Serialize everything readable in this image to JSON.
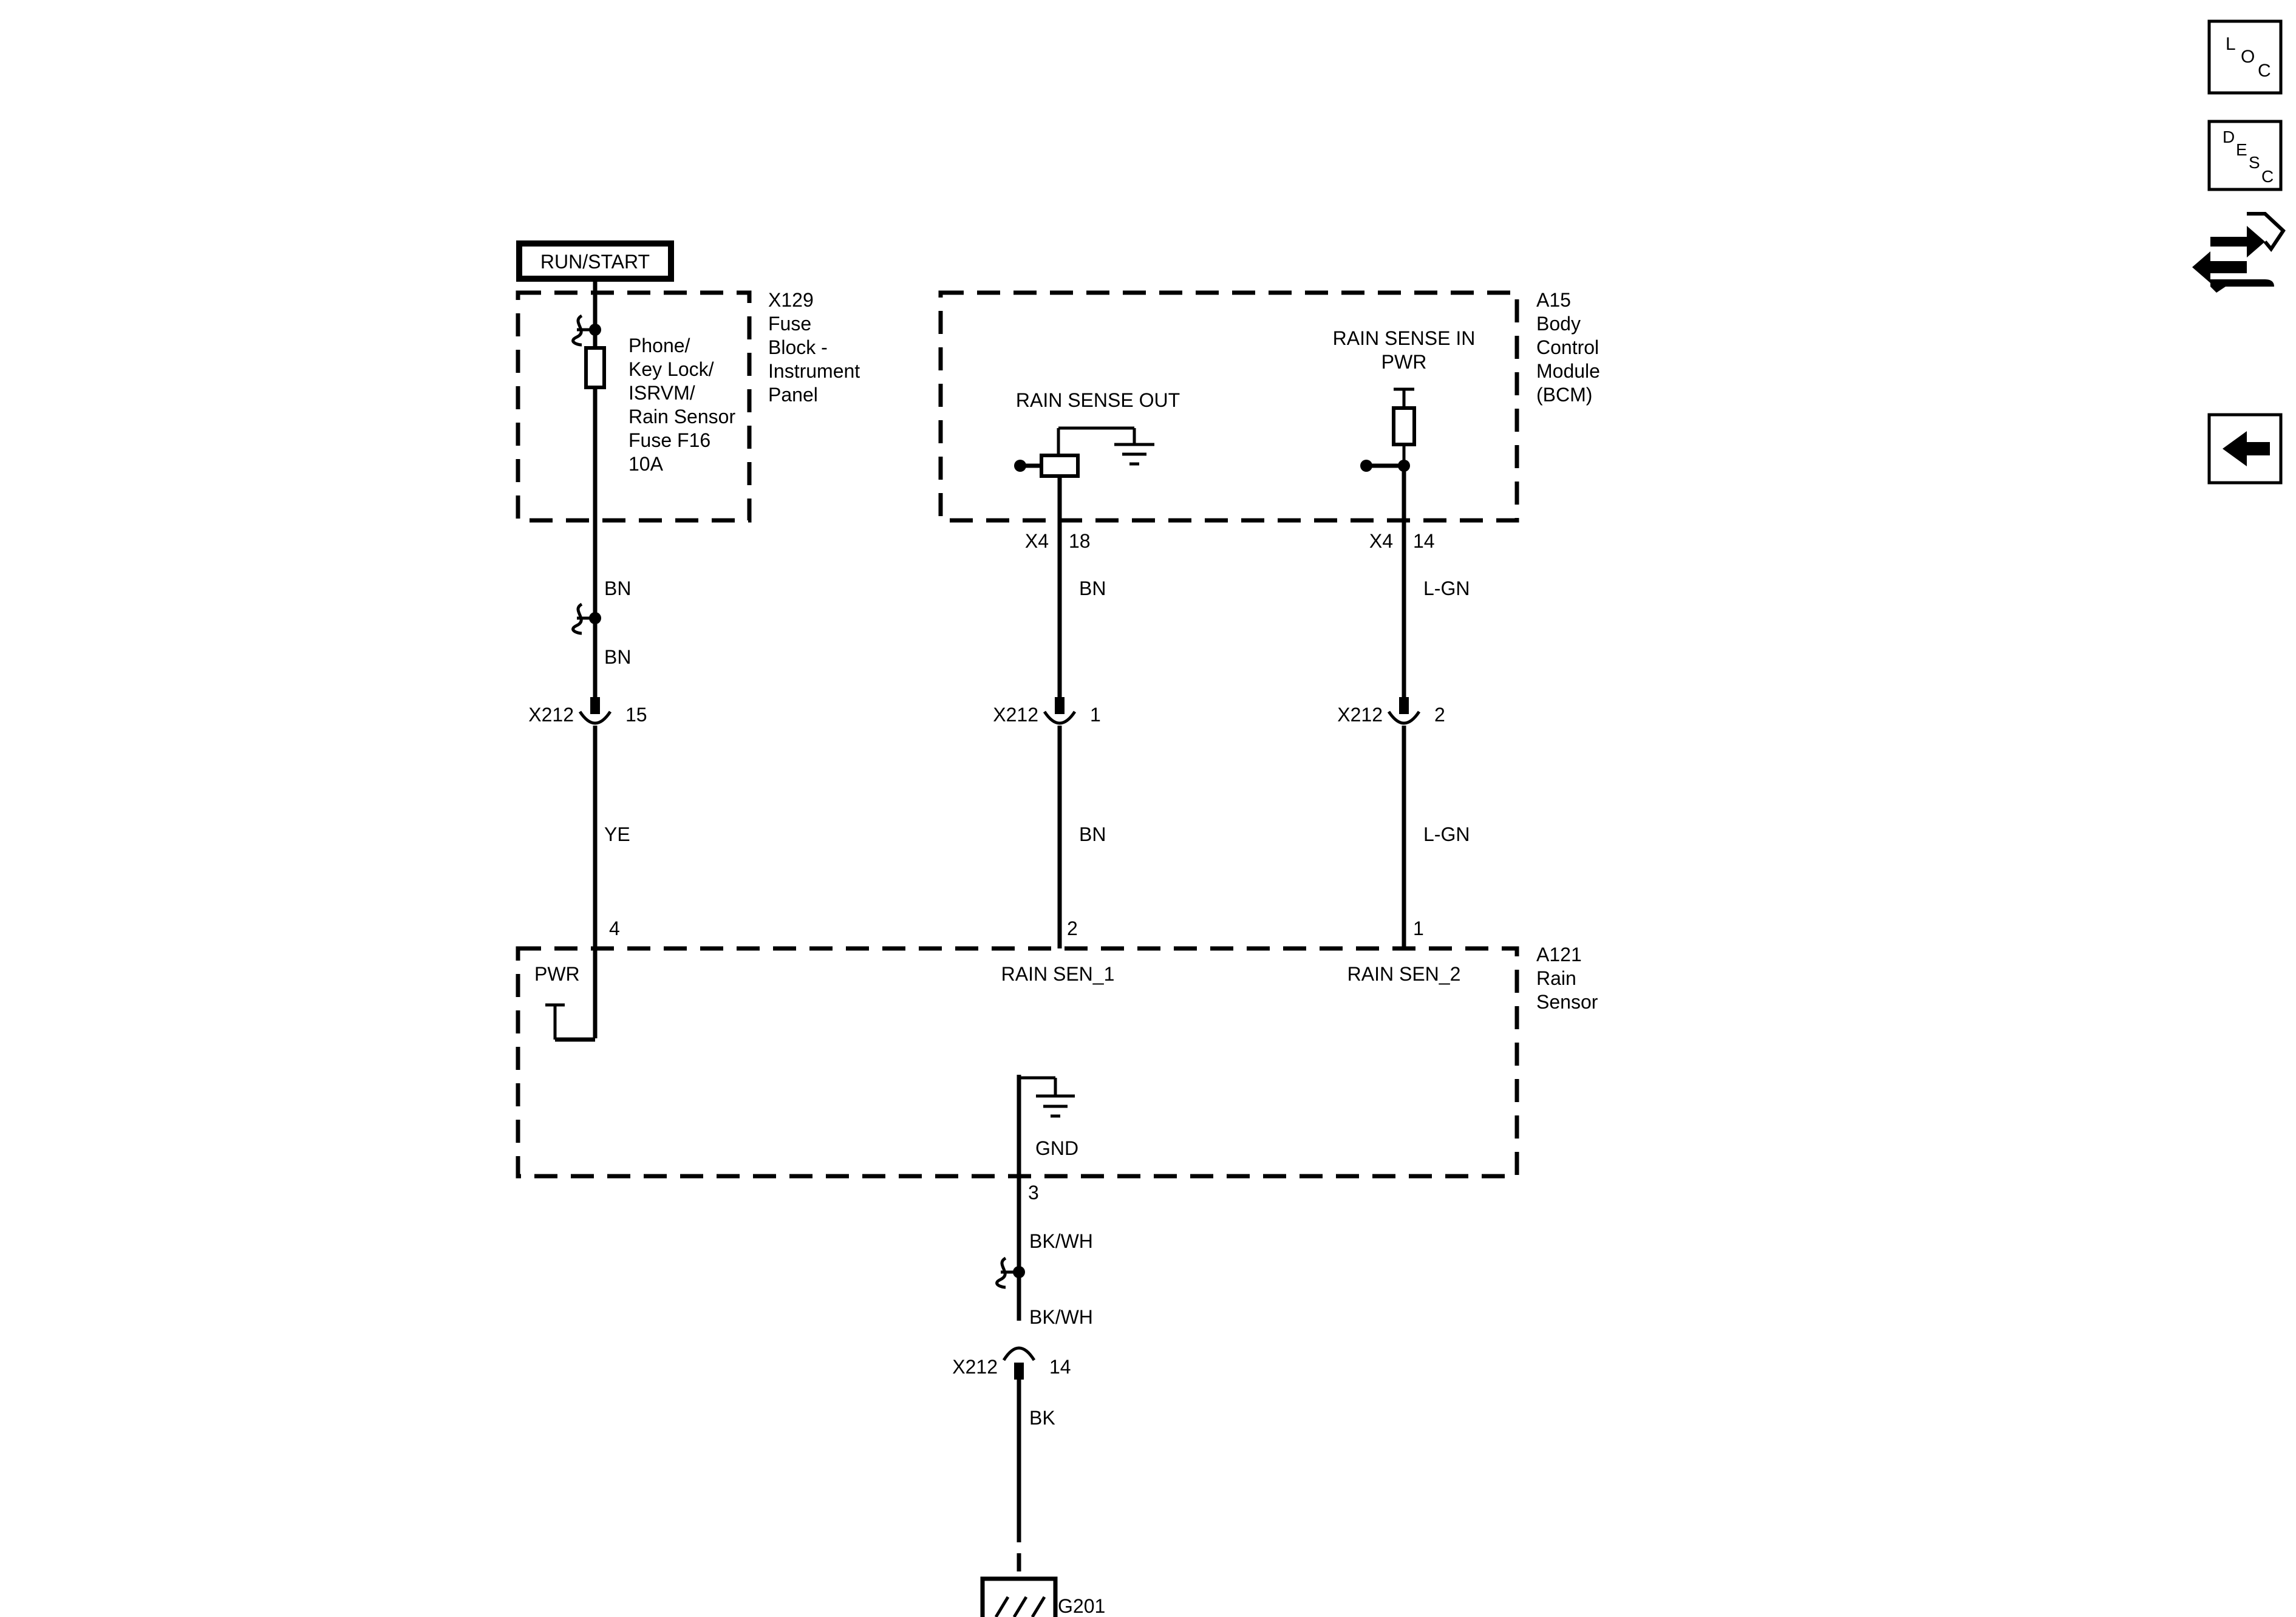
{
  "power_mode": "RUN/START",
  "fuse_block": {
    "id": "X129",
    "name_lines": [
      "Fuse",
      "Block -",
      "Instrument",
      "Panel"
    ],
    "fuse_lines": [
      "Phone/",
      "Key Lock/",
      "ISRVM/",
      "Rain Sensor",
      "Fuse F16",
      "10A"
    ]
  },
  "bcm": {
    "id": "A15",
    "name_lines": [
      "Body",
      "Control",
      "Module",
      "(BCM)"
    ],
    "rain_sense_out": "RAIN SENSE OUT",
    "rain_sense_in_lines": [
      "RAIN SENSE IN",
      "PWR"
    ]
  },
  "rain_sensor": {
    "id": "A121",
    "name_lines": [
      "Rain",
      "Sensor"
    ],
    "pwr": "PWR",
    "sen1": "RAIN SEN_1",
    "sen2": "RAIN SEN_2",
    "gnd": "GND"
  },
  "wires": {
    "pwr_upper": "BN",
    "pwr_mid": "BN",
    "pwr_lower": "YE",
    "out_upper": "BN",
    "out_lower": "BN",
    "in_upper": "L-GN",
    "in_lower": "L-GN",
    "gnd_upper": "BK/WH",
    "gnd_mid": "BK/WH",
    "gnd_lower": "BK"
  },
  "connectors": {
    "x4_out": {
      "name": "X4",
      "pin": "18"
    },
    "x4_in": {
      "name": "X4",
      "pin": "14"
    },
    "x212_pwr": {
      "name": "X212",
      "pin": "15"
    },
    "x212_out": {
      "name": "X212",
      "pin": "1"
    },
    "x212_in": {
      "name": "X212",
      "pin": "2"
    },
    "x212_gnd": {
      "name": "X212",
      "pin": "14"
    }
  },
  "sensor_pins": {
    "pwr": "4",
    "sen1": "2",
    "sen2": "1",
    "gnd": "3"
  },
  "ground": "G201",
  "side_buttons": {
    "loc": [
      "L",
      "O",
      "C"
    ],
    "desc": [
      "D",
      "E",
      "S",
      "C"
    ],
    "connector_icon": "connector-repair-icon",
    "back_icon": "back-arrow-icon"
  }
}
